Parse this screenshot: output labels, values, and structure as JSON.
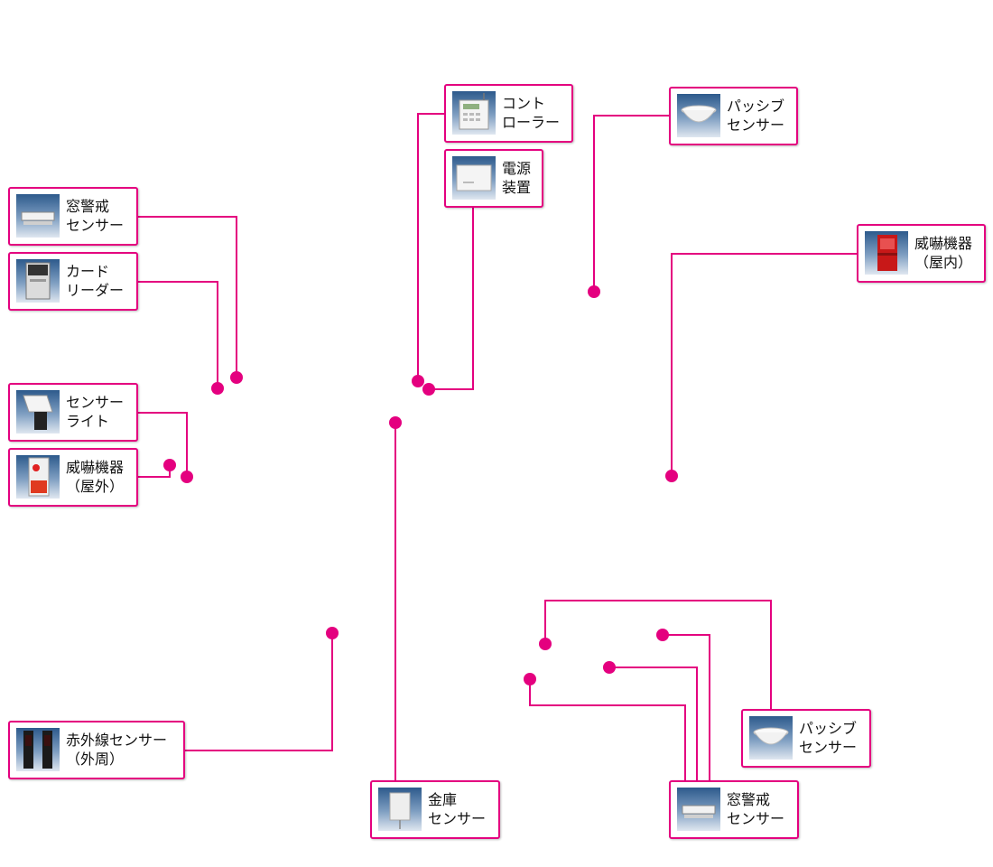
{
  "colors": {
    "accent": "#e4007f",
    "thumb_top": "#2d5a8c",
    "thumb_bottom": "#dfe7f0"
  },
  "devices": {
    "window_sensor_left": {
      "line1": "窓警戒",
      "line2": "センサー",
      "icon": "window-sensor-icon"
    },
    "card_reader": {
      "line1": "カード",
      "line2": "リーダー",
      "icon": "card-reader-icon"
    },
    "sensor_light": {
      "line1": "センサー",
      "line2": "ライト",
      "icon": "sensor-light-icon"
    },
    "intimidation_outdoor": {
      "line1": "威嚇機器",
      "line2": "（屋外）",
      "icon": "siren-outdoor-icon"
    },
    "controller": {
      "line1": "コント",
      "line2": "ローラー",
      "icon": "controller-keypad-icon"
    },
    "power_supply": {
      "line1": "電源",
      "line2": "装置",
      "icon": "power-supply-icon"
    },
    "passive_sensor_top": {
      "line1": "パッシブ",
      "line2": "センサー",
      "icon": "passive-sensor-icon"
    },
    "intimidation_indoor": {
      "line1": "威嚇機器",
      "line2": "（屋内）",
      "icon": "siren-indoor-icon"
    },
    "infrared_sensor": {
      "line1": "赤外線センサー",
      "line2": "（外周）",
      "icon": "infrared-beam-sensor-icon"
    },
    "safe_sensor": {
      "line1": "金庫",
      "line2": "センサー",
      "icon": "safe-sensor-icon"
    },
    "passive_sensor_bottom": {
      "line1": "パッシブ",
      "line2": "センサー",
      "icon": "passive-sensor-icon"
    },
    "window_sensor_bottom": {
      "line1": "窓警戒",
      "line2": "センサー",
      "icon": "window-sensor-icon"
    }
  }
}
